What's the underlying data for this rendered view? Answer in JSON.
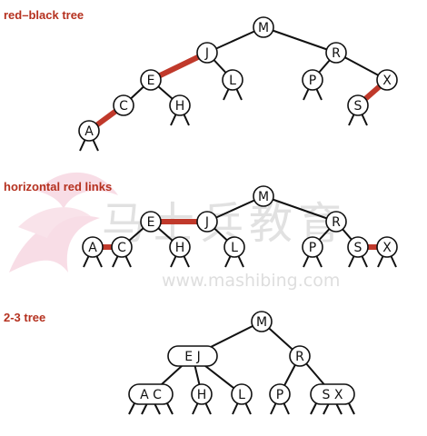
{
  "sections": {
    "rb": {
      "title": "red–black tree"
    },
    "horizontal": {
      "title": "horizontal red links"
    },
    "two_three": {
      "title": "2-3 tree"
    }
  },
  "watermark": {
    "logo_text": "马士兵教育",
    "url": "www.mashibing.com"
  },
  "colors": {
    "red_link": "#c0392b",
    "title_red": "#b5311f",
    "black": "#111111"
  },
  "trees": {
    "rb": {
      "nodes": [
        {
          "id": "M",
          "label": "M"
        },
        {
          "id": "J",
          "label": "J"
        },
        {
          "id": "R",
          "label": "R"
        },
        {
          "id": "E",
          "label": "E"
        },
        {
          "id": "L",
          "label": "L"
        },
        {
          "id": "P",
          "label": "P"
        },
        {
          "id": "X",
          "label": "X"
        },
        {
          "id": "C",
          "label": "C"
        },
        {
          "id": "H",
          "label": "H"
        },
        {
          "id": "S",
          "label": "S"
        },
        {
          "id": "A",
          "label": "A"
        }
      ],
      "edges": [
        {
          "from": "M",
          "to": "J",
          "red": false
        },
        {
          "from": "M",
          "to": "R",
          "red": false
        },
        {
          "from": "J",
          "to": "E",
          "red": true
        },
        {
          "from": "J",
          "to": "L",
          "red": false
        },
        {
          "from": "R",
          "to": "P",
          "red": false
        },
        {
          "from": "R",
          "to": "X",
          "red": false
        },
        {
          "from": "E",
          "to": "C",
          "red": false
        },
        {
          "from": "E",
          "to": "H",
          "red": false
        },
        {
          "from": "X",
          "to": "S",
          "red": true
        },
        {
          "from": "C",
          "to": "A",
          "red": true
        }
      ]
    },
    "horizontal": {
      "nodes": [
        {
          "id": "M",
          "label": "M"
        },
        {
          "id": "J",
          "label": "J"
        },
        {
          "id": "R",
          "label": "R"
        },
        {
          "id": "E",
          "label": "E"
        },
        {
          "id": "L",
          "label": "L"
        },
        {
          "id": "P",
          "label": "P"
        },
        {
          "id": "X",
          "label": "X"
        },
        {
          "id": "C",
          "label": "C"
        },
        {
          "id": "H",
          "label": "H"
        },
        {
          "id": "S",
          "label": "S"
        },
        {
          "id": "A",
          "label": "A"
        }
      ],
      "edges": [
        {
          "from": "M",
          "to": "J",
          "red": false
        },
        {
          "from": "M",
          "to": "R",
          "red": false
        },
        {
          "from": "E",
          "to": "J",
          "red": true
        },
        {
          "from": "J",
          "to": "L",
          "red": false
        },
        {
          "from": "R",
          "to": "P",
          "red": false
        },
        {
          "from": "R",
          "to": "S",
          "red": false
        },
        {
          "from": "E",
          "to": "C",
          "red": false
        },
        {
          "from": "E",
          "to": "H",
          "red": false
        },
        {
          "from": "S",
          "to": "X",
          "red": true
        },
        {
          "from": "A",
          "to": "C",
          "red": true
        }
      ]
    },
    "two_three": {
      "nodes": [
        {
          "id": "M",
          "label": "M"
        },
        {
          "id": "EJ",
          "label": "E J"
        },
        {
          "id": "R",
          "label": "R"
        },
        {
          "id": "AC",
          "label": "A C"
        },
        {
          "id": "H",
          "label": "H"
        },
        {
          "id": "L",
          "label": "L"
        },
        {
          "id": "P",
          "label": "P"
        },
        {
          "id": "SX",
          "label": "S X"
        }
      ],
      "edges": [
        {
          "from": "M",
          "to": "EJ"
        },
        {
          "from": "M",
          "to": "R"
        },
        {
          "from": "EJ",
          "to": "AC"
        },
        {
          "from": "EJ",
          "to": "H"
        },
        {
          "from": "EJ",
          "to": "L"
        },
        {
          "from": "R",
          "to": "P"
        },
        {
          "from": "R",
          "to": "SX"
        }
      ]
    }
  }
}
